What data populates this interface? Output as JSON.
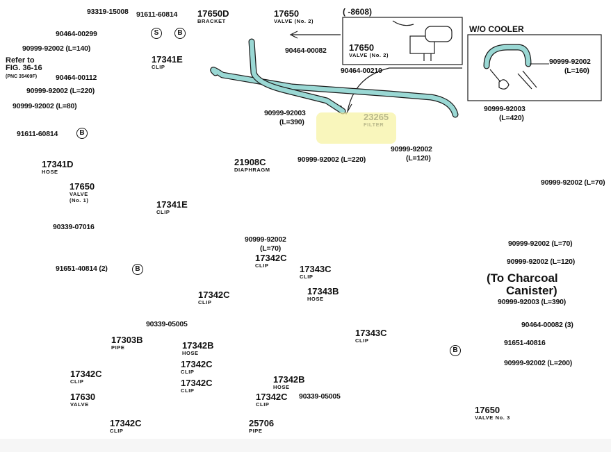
{
  "diagram": {
    "title": "Vacuum hose parts diagram",
    "hose_color": "#9ad8d4",
    "highlight_color": "#f7f3a6",
    "insets": {
      "date_range": "(      -8608)",
      "wo_cooler": "W/O COOLER"
    },
    "reference": {
      "line1": "Refer to",
      "line2": "FIG. 36-16",
      "line3": "(PNC 35409F)"
    },
    "annotation": {
      "line1": "(To Charcoal",
      "line2": "Canister)"
    },
    "symbols": {
      "s": "S",
      "b": "B"
    },
    "labels": [
      {
        "id": "p93319",
        "pn": "93319-15008",
        "desc": ""
      },
      {
        "id": "p91611a",
        "pn": "91611-60814",
        "desc": ""
      },
      {
        "id": "p17650d",
        "pn": "17650D",
        "desc": "BRACKET"
      },
      {
        "id": "p17650v2",
        "pn": "17650",
        "desc": "VALVE (No. 2)"
      },
      {
        "id": "p17650v2b",
        "pn": "17650",
        "desc": "VALVE (No. 2)"
      },
      {
        "id": "p90464_299",
        "pn": "90464-00299",
        "desc": ""
      },
      {
        "id": "p140",
        "pn": "90999-92002 (L=140)",
        "desc": ""
      },
      {
        "id": "p17341e_a",
        "pn": "17341E",
        "desc": "CLIP"
      },
      {
        "id": "p90464_112",
        "pn": "90464-00112",
        "desc": ""
      },
      {
        "id": "p220a",
        "pn": "90999-92002 (L=220)",
        "desc": ""
      },
      {
        "id": "p80",
        "pn": "90999-92002 (L=80)",
        "desc": ""
      },
      {
        "id": "p90464_82",
        "pn": "90464-00082",
        "desc": ""
      },
      {
        "id": "p90464_210",
        "pn": "90464-00210",
        "desc": ""
      },
      {
        "id": "p390a",
        "pn": "90999-92003",
        "desc2": "(L=390)"
      },
      {
        "id": "p23265",
        "pn": "23265",
        "desc": "FILTER"
      },
      {
        "id": "p160",
        "pn": "90999-92002",
        "desc2": "(L=160)"
      },
      {
        "id": "p420",
        "pn": "90999-92003",
        "desc2": "(L=420)"
      },
      {
        "id": "p91611b",
        "pn": "91611-60814",
        "desc": ""
      },
      {
        "id": "p17341d",
        "pn": "17341D",
        "desc": "HOSE"
      },
      {
        "id": "p21908c",
        "pn": "21908C",
        "desc": "DIAPHRAGM"
      },
      {
        "id": "p220b",
        "pn": "90999-92002 (L=220)",
        "desc": ""
      },
      {
        "id": "p120a",
        "pn": "90999-92002",
        "desc2": "(L=120)"
      },
      {
        "id": "p17650v1",
        "pn": "17650",
        "desc": "VALVE",
        "desc2": "(No. 1)"
      },
      {
        "id": "p17341e_b",
        "pn": "17341E",
        "desc": "CLIP"
      },
      {
        "id": "p70a",
        "pn": "90999-92002 (L=70)",
        "desc": ""
      },
      {
        "id": "p90339_07016",
        "pn": "90339-07016",
        "desc": ""
      },
      {
        "id": "p70b",
        "pn": "90999-92002",
        "desc2": "(L=70)"
      },
      {
        "id": "p70c",
        "pn": "90999-92002 (L=70)",
        "desc": ""
      },
      {
        "id": "p120b",
        "pn": "90999-92002 (L=120)",
        "desc": ""
      },
      {
        "id": "p91651_40814",
        "pn": "91651-40814 (2)",
        "desc": ""
      },
      {
        "id": "p17342c_1",
        "pn": "17342C",
        "desc": "CLIP"
      },
      {
        "id": "p17343c_1",
        "pn": "17343C",
        "desc": "CLIP"
      },
      {
        "id": "p390b",
        "pn": "90999-92003 (L=390)",
        "desc": ""
      },
      {
        "id": "p17342c_2",
        "pn": "17342C",
        "desc": "CLIP"
      },
      {
        "id": "p17343b",
        "pn": "17343B",
        "desc": "HOSE"
      },
      {
        "id": "p90339_05005a",
        "pn": "90339-05005",
        "desc": ""
      },
      {
        "id": "p17303b",
        "pn": "17303B",
        "desc": "PIPE"
      },
      {
        "id": "p17343c_2",
        "pn": "17343C",
        "desc": "CLIP"
      },
      {
        "id": "p90464_82_3",
        "pn": "90464-00082 (3)",
        "desc": ""
      },
      {
        "id": "p91651_40816",
        "pn": "91651-40816",
        "desc": ""
      },
      {
        "id": "p17342b_1",
        "pn": "17342B",
        "desc": "HOSE"
      },
      {
        "id": "p200",
        "pn": "90999-92002 (L=200)",
        "desc": ""
      },
      {
        "id": "p17342c_3",
        "pn": "17342C",
        "desc": "CLIP"
      },
      {
        "id": "p17342c_4",
        "pn": "17342C",
        "desc": "CLIP"
      },
      {
        "id": "p17342b_2",
        "pn": "17342B",
        "desc": "HOSE"
      },
      {
        "id": "p17342c_5",
        "pn": "17342C",
        "desc": "CLIP"
      },
      {
        "id": "p17342c_6",
        "pn": "17342C",
        "desc": "CLIP"
      },
      {
        "id": "p90339_05005b",
        "pn": "90339-05005",
        "desc": ""
      },
      {
        "id": "p17630",
        "pn": "17630",
        "desc": "VALVE"
      },
      {
        "id": "p17650v3",
        "pn": "17650",
        "desc": "VALVE No. 3"
      },
      {
        "id": "p17342c_7",
        "pn": "17342C",
        "desc": "CLIP"
      },
      {
        "id": "p25706",
        "pn": "25706",
        "desc": "PIPE"
      }
    ]
  }
}
